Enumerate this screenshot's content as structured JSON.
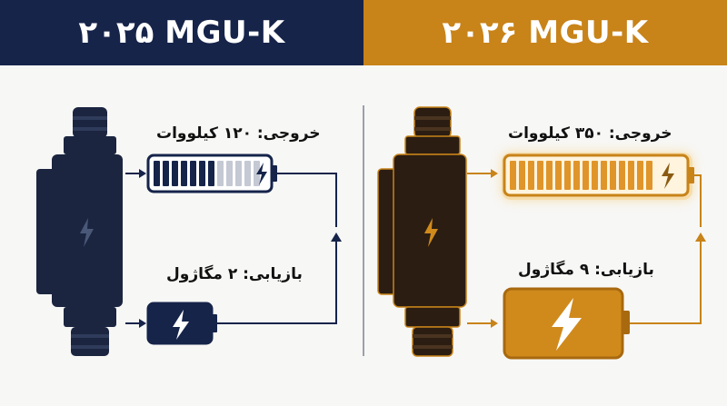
{
  "left": {
    "title": "۲۰۲۵ MGU-K",
    "output_label": "خروجی: ۱۲۰ کیلووات",
    "recovery_label": "بازیابی: ۲ مگاژول",
    "output_level": 0.6,
    "colors": {
      "header": "#16244a",
      "motor": "#1b2540",
      "battery": "#16244a"
    }
  },
  "right": {
    "title": "۲۰۲۶ MGU-K",
    "output_label": "خروجی: ۳۵۰ کیلووات",
    "recovery_label": "بازیابی: ۹ مگاژول",
    "output_level": 1.0,
    "colors": {
      "header": "#c88319",
      "motor": "#2b1d12",
      "battery": "#d08a1c"
    }
  },
  "icons": [
    "motor-lightning-icon",
    "battery-lightning-icon",
    "arrow-icon"
  ]
}
